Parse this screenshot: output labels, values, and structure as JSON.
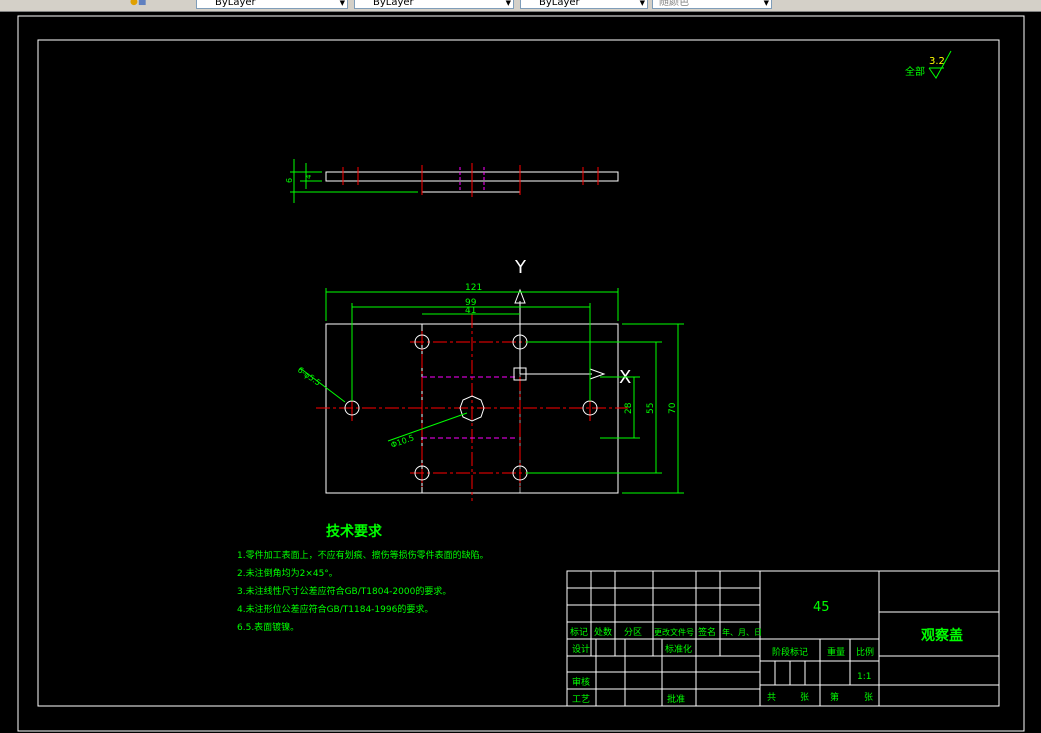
{
  "toolbar": {
    "layer_dropdown": "ByLayer",
    "color_dropdown": "ByLayer",
    "linetype_dropdown": "ByLayer",
    "lineweight_dropdown": "随颜色"
  },
  "drawing": {
    "surface_finish_label": "全部",
    "surface_finish_value": "3.2",
    "axis_y": "Y",
    "axis_x": "X",
    "dimensions": {
      "width_121": "121",
      "width_99": "99",
      "width_41": "41",
      "height_70": "70",
      "height_55": "55",
      "height_28": "28",
      "side_thickness": "6",
      "side_small": "4",
      "holes_callout": "6-φ5.5",
      "center_hole_callout": "Φ10.5"
    },
    "tech_title": "技术要求",
    "tech_notes": [
      "1.零件加工表面上，不应有划痕、擦伤等损伤零件表面的缺陷。",
      "2.未注倒角均为2×45°。",
      "3.未注线性尺寸公差应符合GB/T1804-2000的要求。",
      "4.未注形位公差应符合GB/T1184-1996的要求。",
      "6.5.表面镀镍。"
    ]
  },
  "title_block": {
    "material": "45",
    "part_name": "观察盖",
    "scale": "1:1",
    "labels": {
      "biaoji": "标记",
      "chushu": "处数",
      "fenqu": "分区",
      "gengai": "更改文件号",
      "qianming": "签名",
      "nianyueri": "年、月、日",
      "sheji": "设计",
      "biaozhunhua": "标准化",
      "shenhe": "审核",
      "gongyi": "工艺",
      "pizhun": "批准",
      "jieduan": "阶段标记",
      "zhongliang": "重量",
      "bili": "比例",
      "gong": "共",
      "zhang1": "张",
      "di": "第",
      "zhang2": "张"
    }
  }
}
